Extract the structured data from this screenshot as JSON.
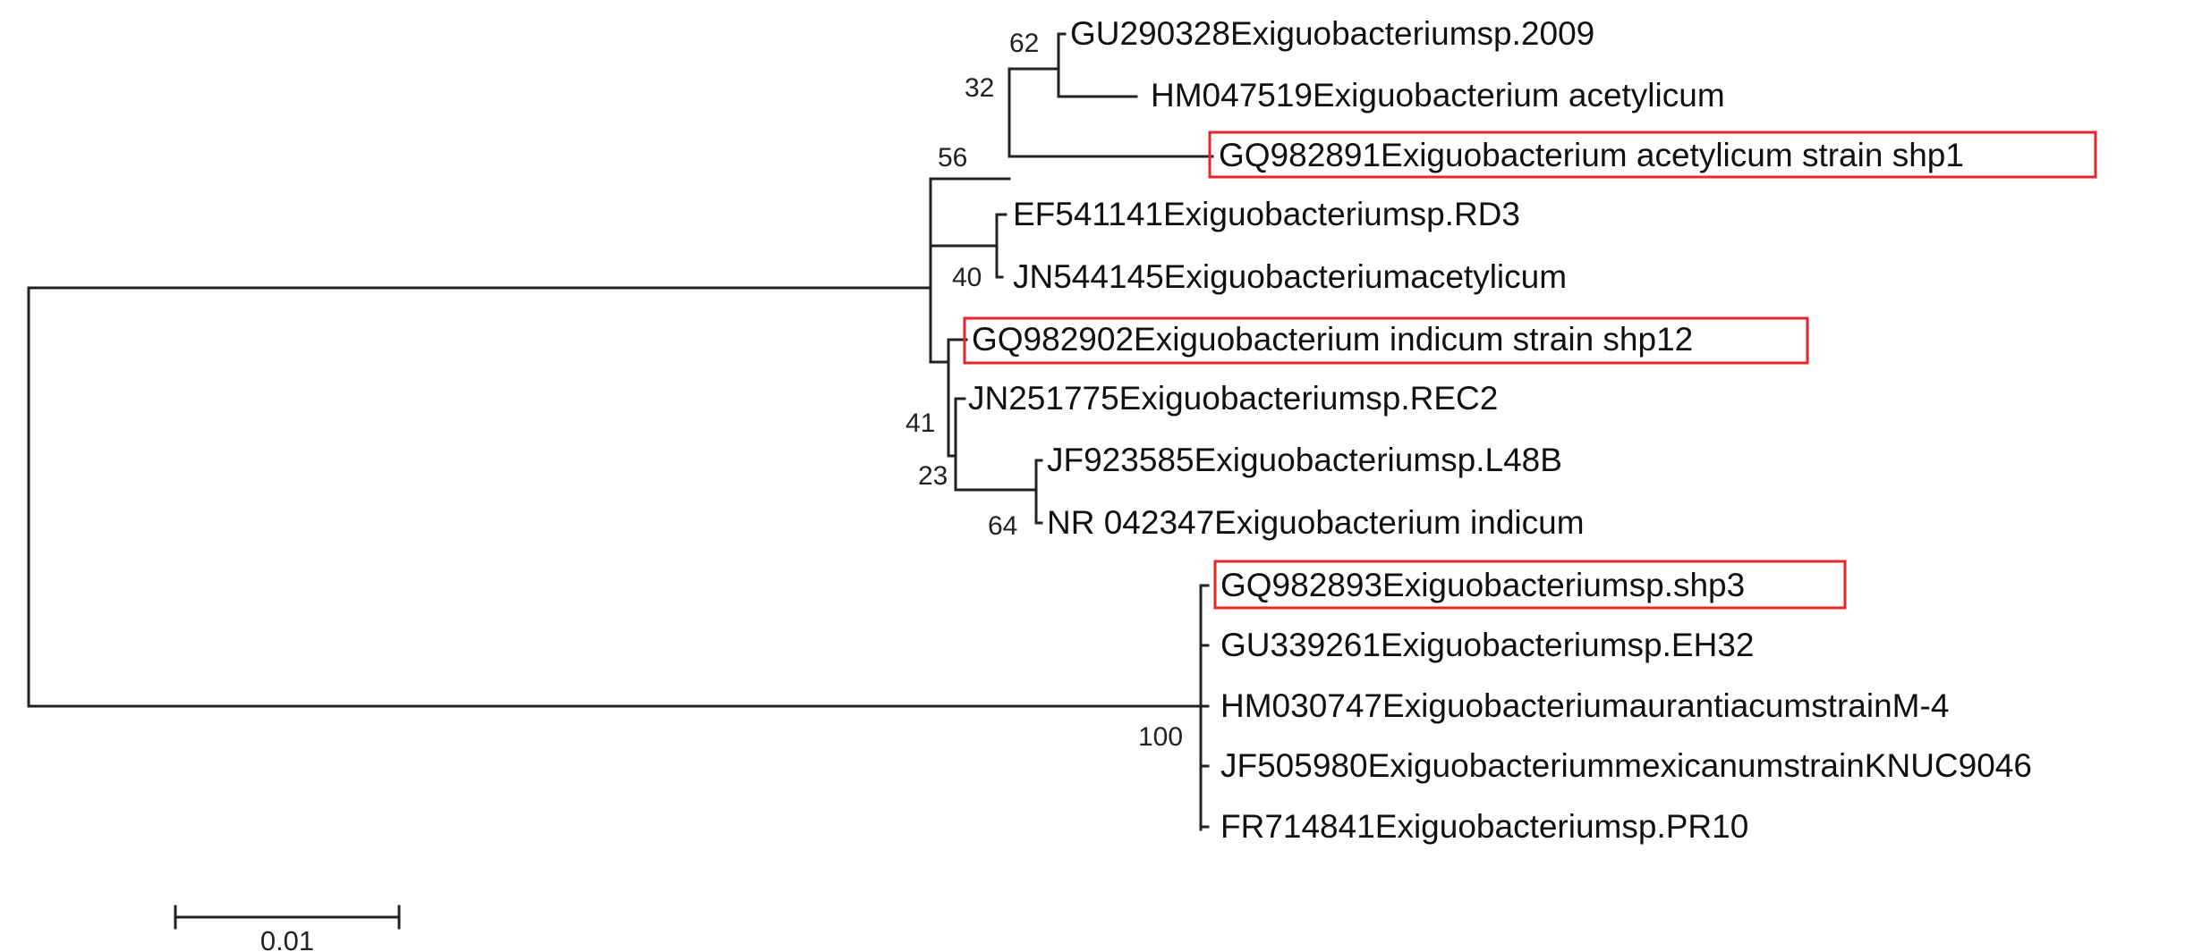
{
  "highlight_color": "#e8252b",
  "line_color": "#222222",
  "scale_bar": {
    "label": "0.01"
  },
  "taxa": [
    {
      "id": "t1",
      "label": "GU290328Exiguobacteriumsp.2009",
      "highlighted": false
    },
    {
      "id": "t2",
      "label": "HM047519Exiguobacterium acetylicum",
      "highlighted": false
    },
    {
      "id": "t3",
      "label": "GQ982891Exiguobacterium acetylicum strain shp1",
      "highlighted": true
    },
    {
      "id": "t4",
      "label": "EF541141Exiguobacteriumsp.RD3",
      "highlighted": false
    },
    {
      "id": "t5",
      "label": "JN544145Exiguobacteriumacetylicum",
      "highlighted": false
    },
    {
      "id": "t6",
      "label": "GQ982902Exiguobacterium indicum strain shp12",
      "highlighted": true
    },
    {
      "id": "t7",
      "label": "JN251775Exiguobacteriumsp.REC2",
      "highlighted": false
    },
    {
      "id": "t8",
      "label": "JF923585Exiguobacteriumsp.L48B",
      "highlighted": false
    },
    {
      "id": "t9",
      "label": "NR 042347Exiguobacterium indicum",
      "highlighted": false
    },
    {
      "id": "t10",
      "label": "GQ982893Exiguobacteriumsp.shp3",
      "highlighted": true
    },
    {
      "id": "t11",
      "label": "GU339261Exiguobacteriumsp.EH32",
      "highlighted": false
    },
    {
      "id": "t12",
      "label": "HM030747ExiguobacteriumaurantiacumstrainM-4",
      "highlighted": false
    },
    {
      "id": "t13",
      "label": "JF505980ExiguobacteriummexicanumstrainKNUC9046",
      "highlighted": false
    },
    {
      "id": "t14",
      "label": "FR714841Exiguobacteriumsp.PR10",
      "highlighted": false
    }
  ],
  "bootstrap_values": [
    {
      "id": "n62",
      "value": "62"
    },
    {
      "id": "n32",
      "value": "32"
    },
    {
      "id": "n56",
      "value": "56"
    },
    {
      "id": "n40",
      "value": "40"
    },
    {
      "id": "n41",
      "value": "41"
    },
    {
      "id": "n23",
      "value": "23"
    },
    {
      "id": "n64",
      "value": "64"
    },
    {
      "id": "n100",
      "value": "100"
    }
  ]
}
